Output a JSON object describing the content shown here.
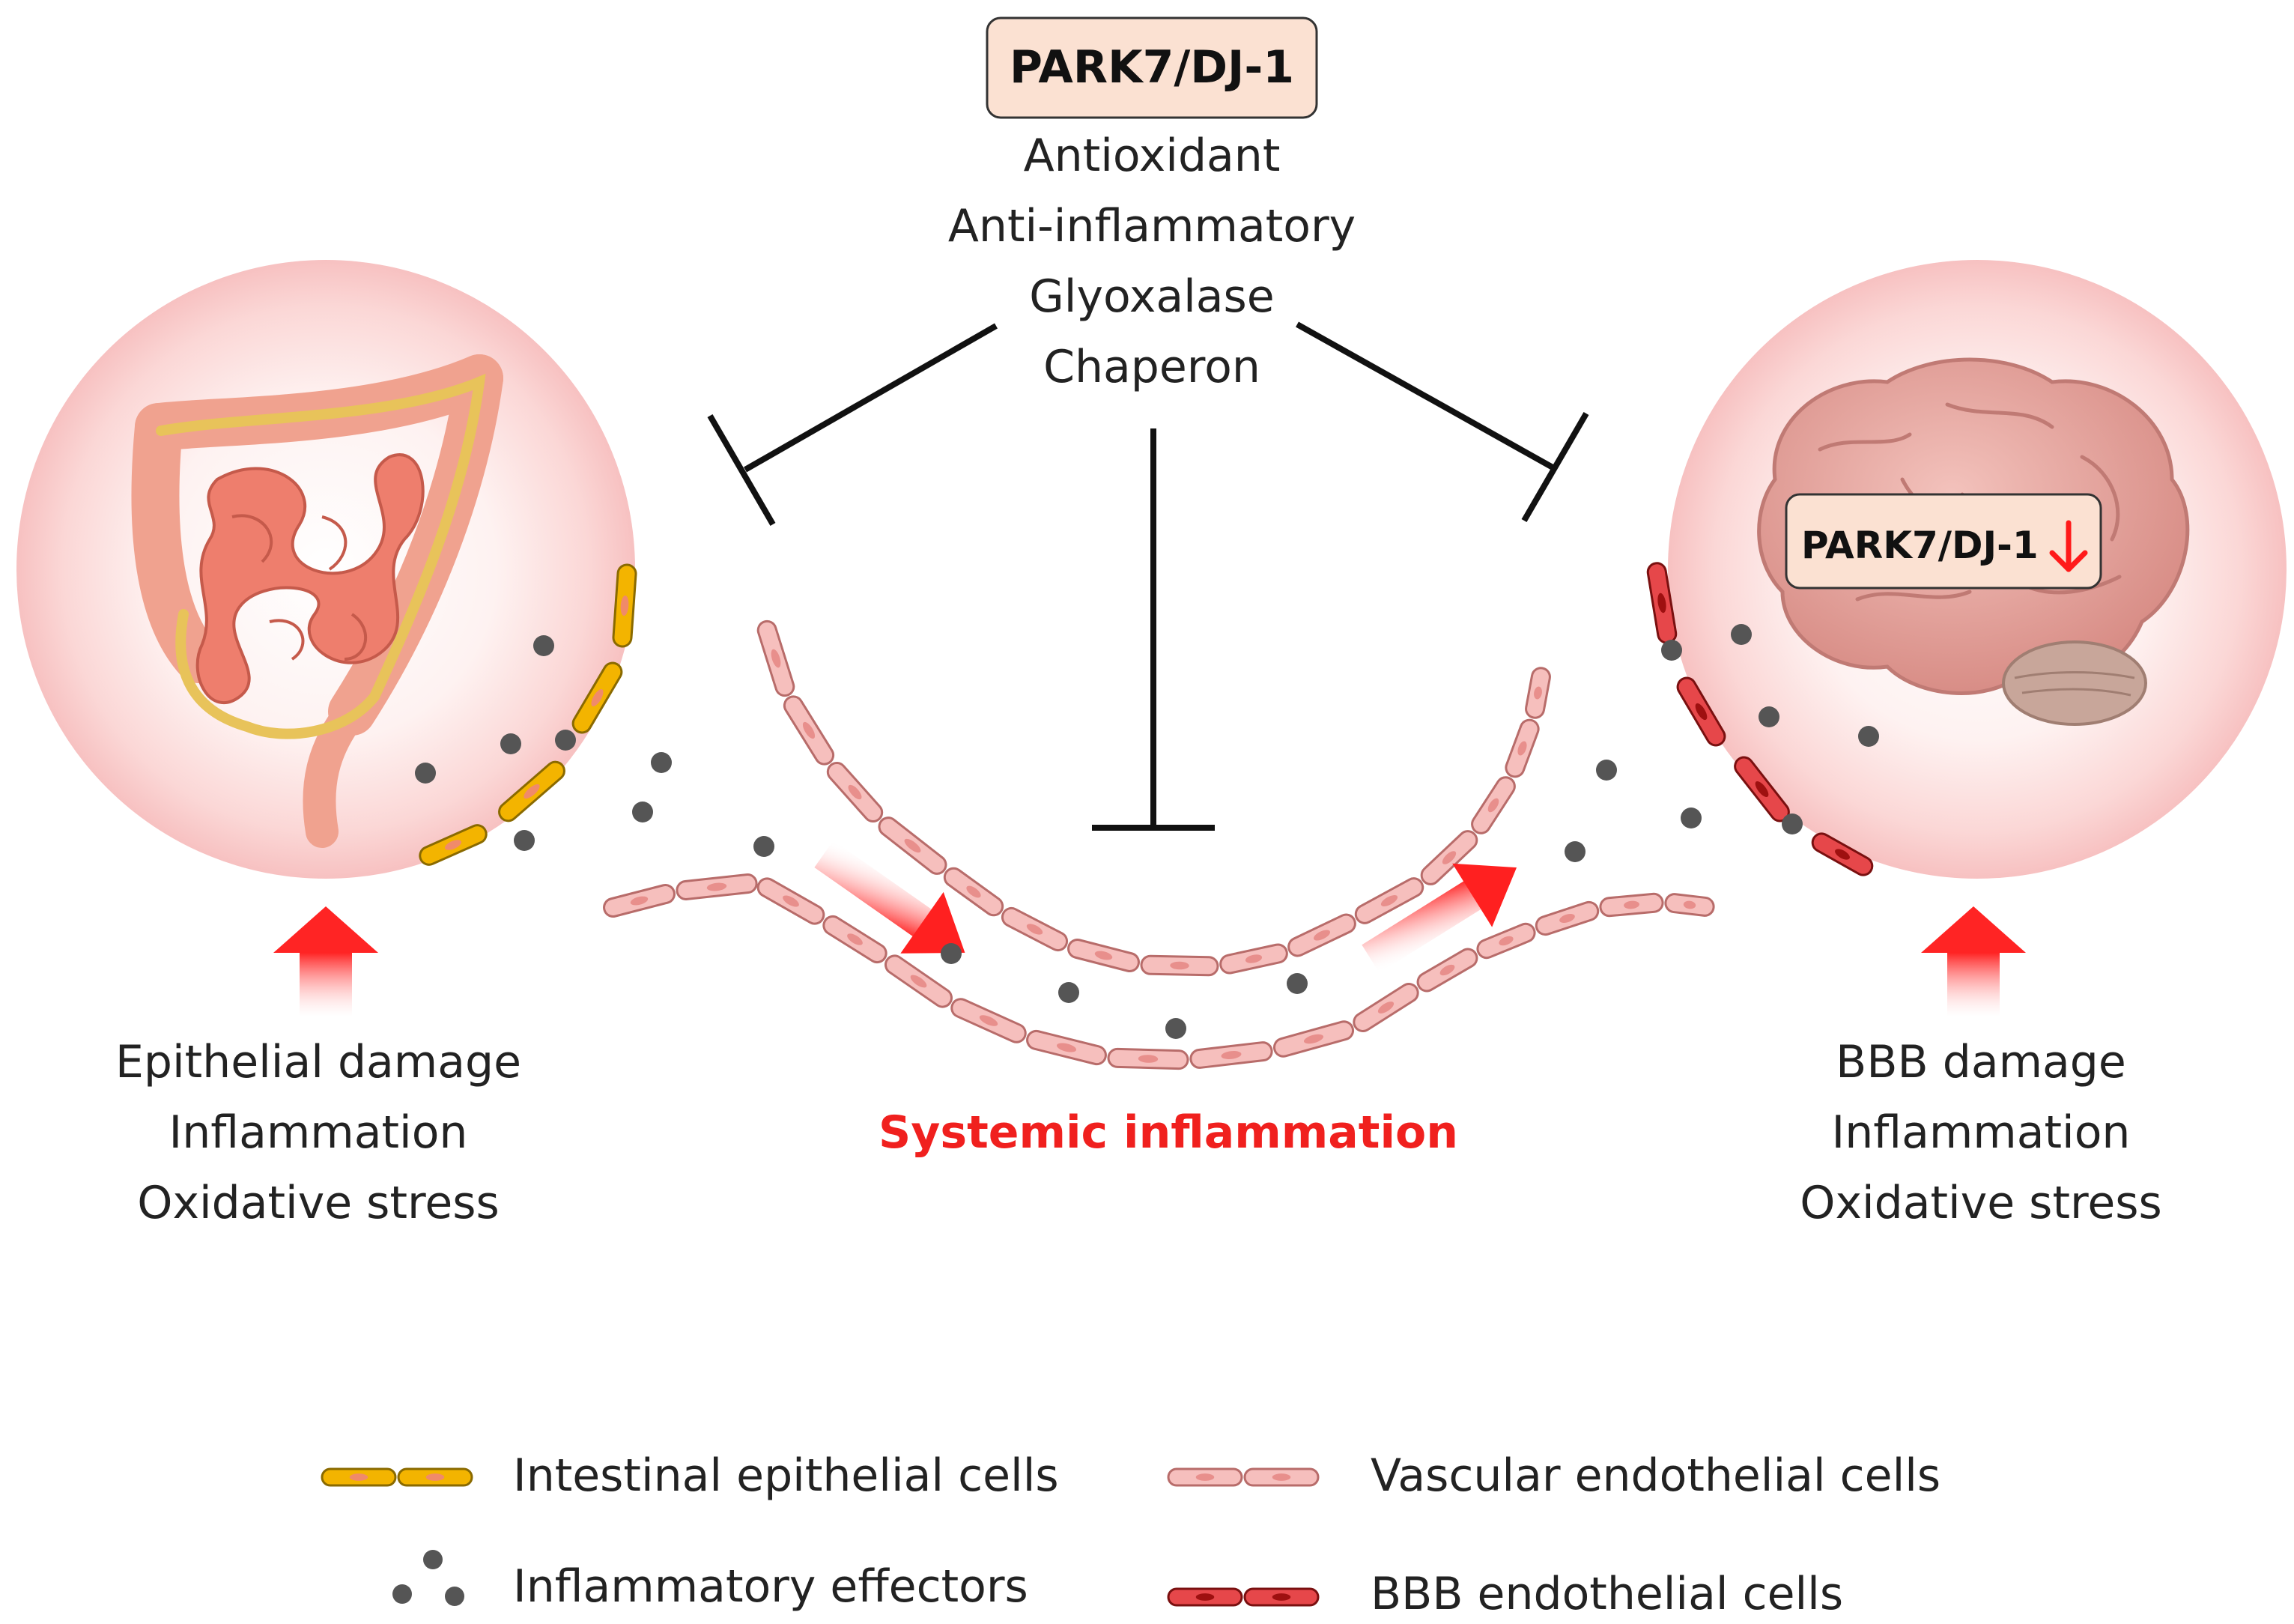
{
  "center": {
    "box_label": "PARK7/DJ-1",
    "functions": [
      "Antioxidant",
      "Anti-inflammatory",
      "Glyoxalase",
      "Chaperon"
    ]
  },
  "gut": {
    "effects": [
      "Epithelial damage",
      "Inflammation",
      "Oxidative stress"
    ]
  },
  "brain": {
    "box_label": "PARK7/DJ-1",
    "effects": [
      "BBB damage",
      "Inflammation",
      "Oxidative stress"
    ]
  },
  "systemic_label": "Systemic inflammation",
  "legend": {
    "intestinal": "Intestinal epithelial cells",
    "vascular": "Vascular endothelial cells",
    "effectors": "Inflammatory effectors",
    "bbb": "BBB endothelial cells"
  },
  "colors": {
    "box_fill": "#fbe1d2",
    "systemic_text": "#f0201e",
    "epithelial_cell": "#f3b400",
    "vascular_cell": "#f6bfbd",
    "bbb_cell": "#e6474a",
    "effector": "#555555",
    "down_arrow": "#ff1a1a"
  },
  "icons": {
    "down_arrow": "arrow-down-icon",
    "gut": "intestine-icon",
    "brain": "brain-icon"
  }
}
